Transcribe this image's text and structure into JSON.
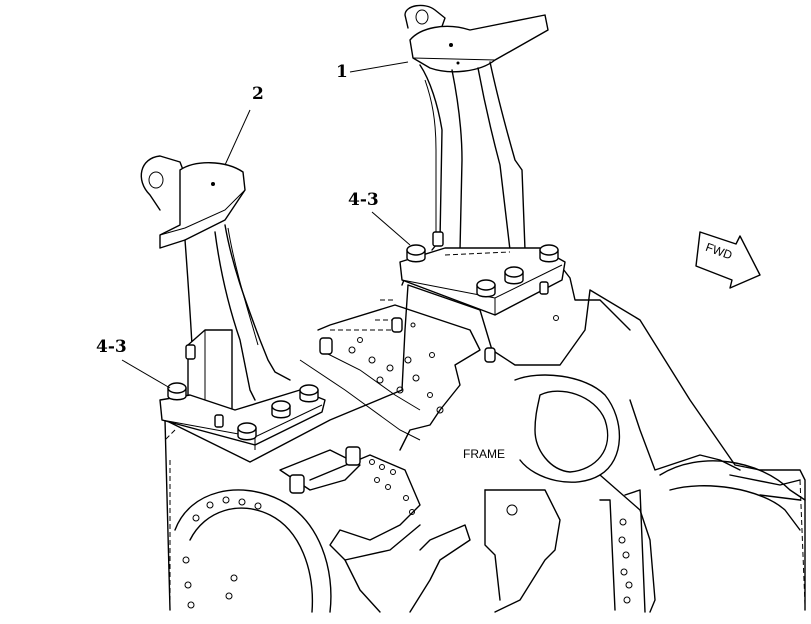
{
  "callouts": {
    "part1": "1",
    "part2": "2",
    "bolt_right": "4-3",
    "bolt_left": "4-3"
  },
  "labels": {
    "frame": "FRAME",
    "fwd": "FWD"
  }
}
